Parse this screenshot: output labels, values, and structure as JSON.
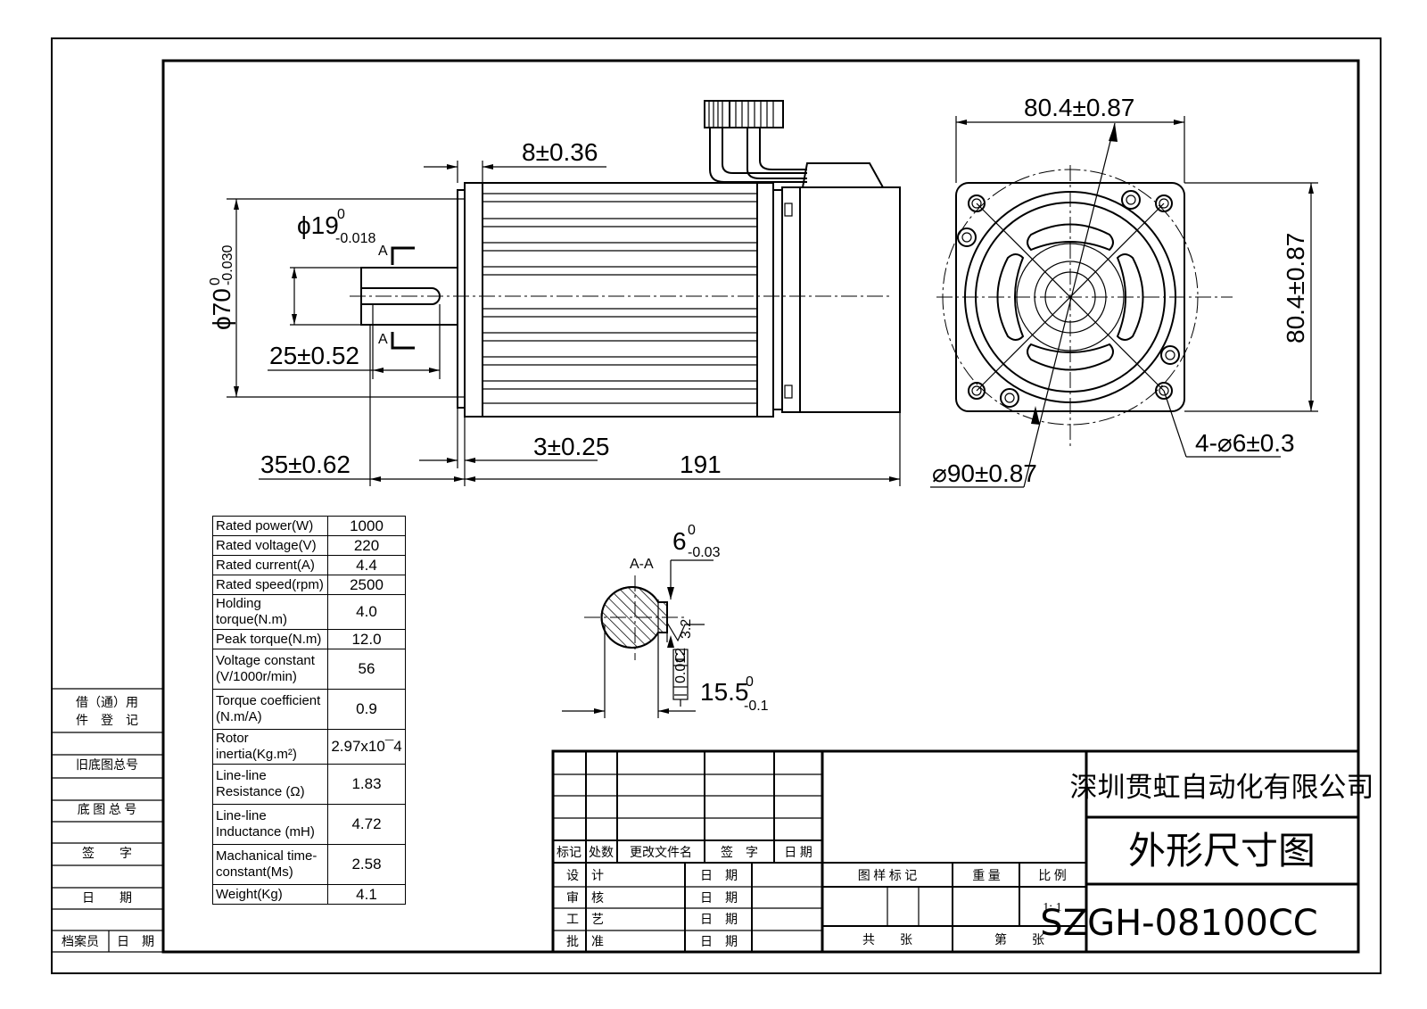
{
  "drawing": {
    "dimensions": {
      "flange_width": "80.4±0.87",
      "flange_height": "80.4±0.87",
      "key_width": "8±0.36",
      "shaft_dia_main": "ϕ19",
      "shaft_dia_upper": "0",
      "shaft_dia_lower": "-0.018",
      "pilot_dia_main": "ϕ70",
      "pilot_dia_upper": "0",
      "pilot_dia_lower": "-0.030",
      "key_length": "25±0.52",
      "shaft_length": "35±0.62",
      "pilot_depth": "3±0.25",
      "body_length": "191",
      "bolt_circle": "⌀90±0.87",
      "mount_holes": "4-⌀6±0.3",
      "section_label": "A-A",
      "section_mark": "A",
      "keyway_width_main": "6",
      "keyway_width_upper": "0",
      "keyway_width_lower": "-0.03",
      "keyway_depth_main": "15.5",
      "keyway_depth_upper": "0",
      "keyway_depth_lower": "-0.1",
      "roughness": "3.2",
      "tolerance_frame": "0.012",
      "tolerance_datum": "C"
    },
    "specs": [
      {
        "label": "Rated power(W)",
        "value": "1000"
      },
      {
        "label": "Rated voltage(V)",
        "value": "220"
      },
      {
        "label": "Rated current(A)",
        "value": "4.4"
      },
      {
        "label": "Rated speed(rpm)",
        "value": "2500"
      },
      {
        "label": "Holding torque(N.m)",
        "value": "4.0"
      },
      {
        "label": "Peak torque(N.m)",
        "value": "12.0"
      },
      {
        "label": "Voltage constant (V/1000r/min)",
        "value": "56"
      },
      {
        "label": "Torque coefficient (N.m/A)",
        "value": "0.9"
      },
      {
        "label": "Rotor inertia(Kg.m²)",
        "value": "2.97x10¯4"
      },
      {
        "label": "Line-line Resistance (Ω)",
        "value": "1.83"
      },
      {
        "label": "Line-line Inductance (mH)",
        "value": "4.72"
      },
      {
        "label": "Machanical time-constant(Ms)",
        "value": "2.58"
      },
      {
        "label": "Weight(Kg)",
        "value": "4.1"
      }
    ]
  },
  "side_column": {
    "row1_a": "借（通）用",
    "row1_b": "件　登　记",
    "row2": "旧底图总号",
    "row3": "底 图 总 号",
    "row4": "签　　字",
    "row5": "日　　期",
    "row6_a": "档案员",
    "row6_b": "日　期"
  },
  "title_block": {
    "company": "深圳贯虹自动化有限公司",
    "drawing_title": "外形尺寸图",
    "model": "SZGH-08100CC",
    "rev_headers": [
      "标记",
      "处数",
      "更改文件名",
      "签　字",
      "日 期"
    ],
    "roles": [
      "设　计",
      "审　核",
      "工　艺",
      "批　准"
    ],
    "date_label": "日　期",
    "marks_label": "图 样 标 记",
    "weight_label": "重 量",
    "scale_label": "比 例",
    "scale_value": "1: 1",
    "sheets_total": "共　　张",
    "sheet_no": "第　　张"
  }
}
